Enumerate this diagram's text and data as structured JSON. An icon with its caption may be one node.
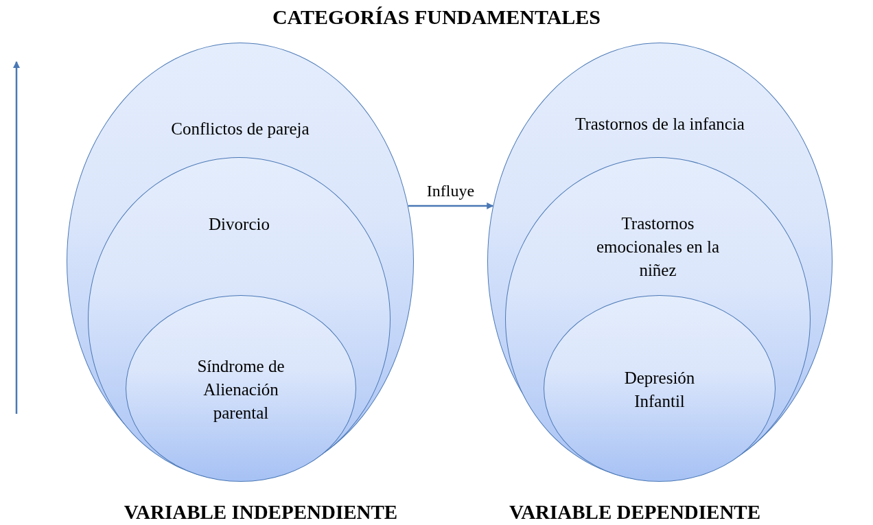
{
  "diagram": {
    "title": "CATEGORÍAS FUNDAMENTALES",
    "nodes": [
      {
        "text": [
          "Conflictos de pareja"
        ],
        "beside": [
          "VARIABLE INDEPENDIENTE"
        ]
      },
      {
        "text": [
          "Divorcio"
        ],
        "in": 0
      },
      {
        "text": [
          "Síndrome de Alienación parental"
        ],
        "in": 1
      },
      {
        "text": [
          "Trastornos de la infancia"
        ],
        "beside": [
          "VARIABLE DEPENDIENTE"
        ]
      },
      {
        "text": [
          "Trastornos emocionales en la niñez"
        ],
        "in": 3
      },
      {
        "text": [
          "Depresión Infantil"
        ],
        "in": 4
      }
    ],
    "edges": [
      {
        "from": 0,
        "to": 3,
        "label": "Influye",
        "arrow": "to"
      }
    ]
  }
}
